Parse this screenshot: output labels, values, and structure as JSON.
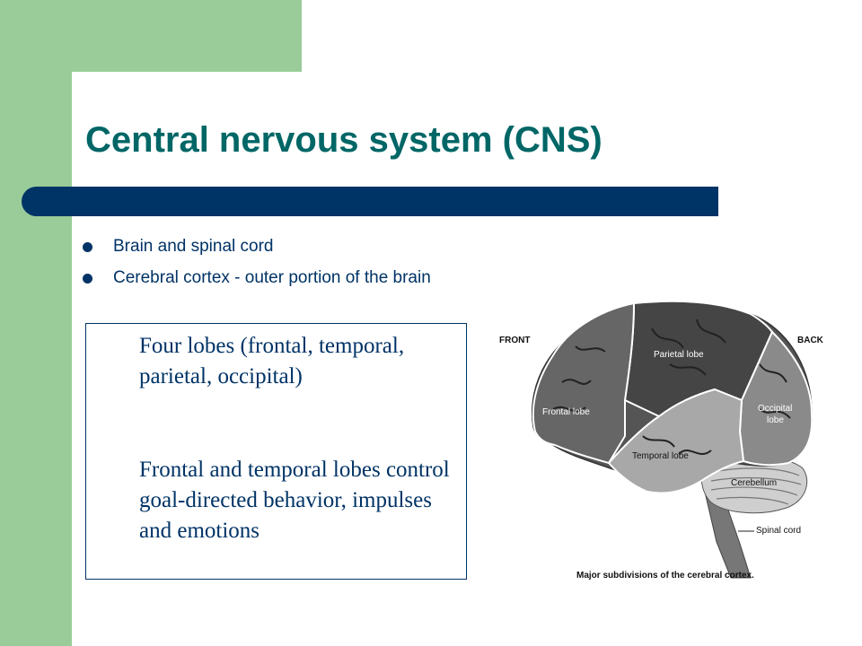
{
  "slide": {
    "title": "Central nervous system (CNS)",
    "bullets": [
      "Brain and spinal cord",
      "Cerebral cortex - outer portion of the brain"
    ],
    "textbox": {
      "paragraph_1": "Four lobes (frontal, temporal, parietal, occipital)",
      "paragraph_2": "Frontal and temporal lobes control goal-directed behavior, impulses and emotions"
    },
    "figure": {
      "front_label": "FRONT",
      "back_label": "BACK",
      "labels": {
        "parietal": "Parietal lobe",
        "frontal": "Frontal lobe",
        "occipital_line1": "Occipital",
        "occipital_line2": "lobe",
        "temporal": "Temporal lobe",
        "cerebellum": "Cerebellum",
        "spinal_cord": "Spinal cord"
      },
      "caption": "Major subdivisions of the cerebral cortex."
    }
  },
  "colors": {
    "background_accent": "#99cc99",
    "title": "#006666",
    "bar": "#003366",
    "text": "#003366"
  }
}
